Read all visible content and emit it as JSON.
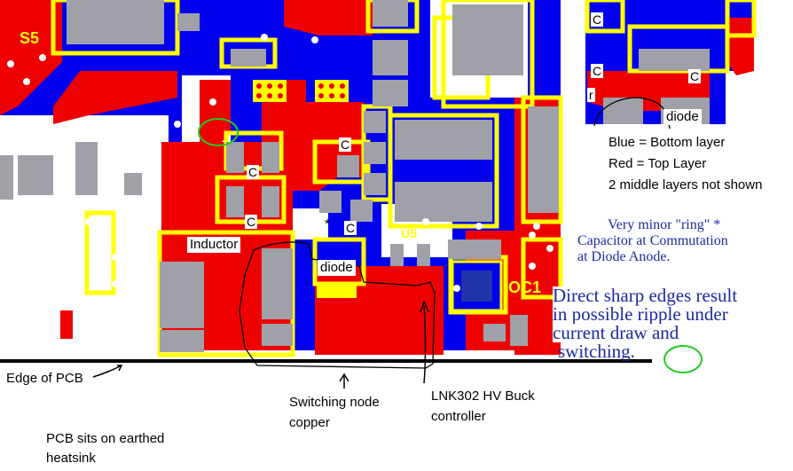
{
  "silkscreen": {
    "s5": "S5",
    "oc1": "OC1",
    "u5": "U5"
  },
  "pcb_labels": {
    "c": "C",
    "r": "r",
    "star": "*",
    "inductor": "Inductor",
    "diode": "diode"
  },
  "legend": {
    "blue": "Blue = Bottom layer",
    "red": "Red = Top Layer",
    "middle": "2 middle layers not shown"
  },
  "notes": {
    "ring_line1": "Very minor \"ring\" *",
    "ring_line2": "Capacitor at Commutation",
    "ring_line3": "at Diode Anode.",
    "edges_line1": "Direct sharp edges result",
    "edges_line2": "in possible ripple under",
    "edges_line3": "current draw and",
    "edges_line4": "switching."
  },
  "callouts": {
    "edge_pcb": "Edge of PCB",
    "switching_node": "Switching node copper",
    "lnk302": "LNK302 HV Buck controller",
    "heatsink": "PCB sits on earthed heatsink"
  },
  "colors": {
    "bottom_layer": "#0000ee",
    "top_layer": "#ee0000",
    "silkscreen": "#ffff00",
    "pads": "#a0a0a8",
    "highlight": "#22cc22"
  }
}
